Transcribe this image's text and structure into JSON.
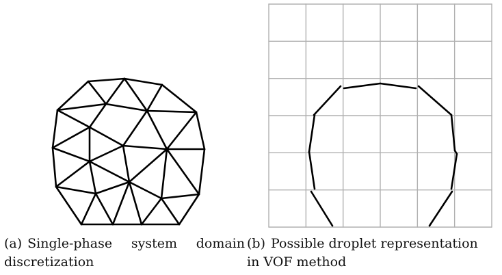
{
  "panels": [
    {
      "id": "a",
      "caption_tag": "(a)",
      "caption_words": [
        "Single-phase",
        "system",
        "domain"
      ],
      "caption_line2": "discretization"
    },
    {
      "id": "b",
      "caption_tag": "(b)",
      "caption_line1": "Possible droplet representation",
      "caption_line2": "in VOF method"
    }
  ],
  "colors": {
    "edge": "#000000",
    "grid": "#b0b0b0",
    "caption": "#111111"
  }
}
